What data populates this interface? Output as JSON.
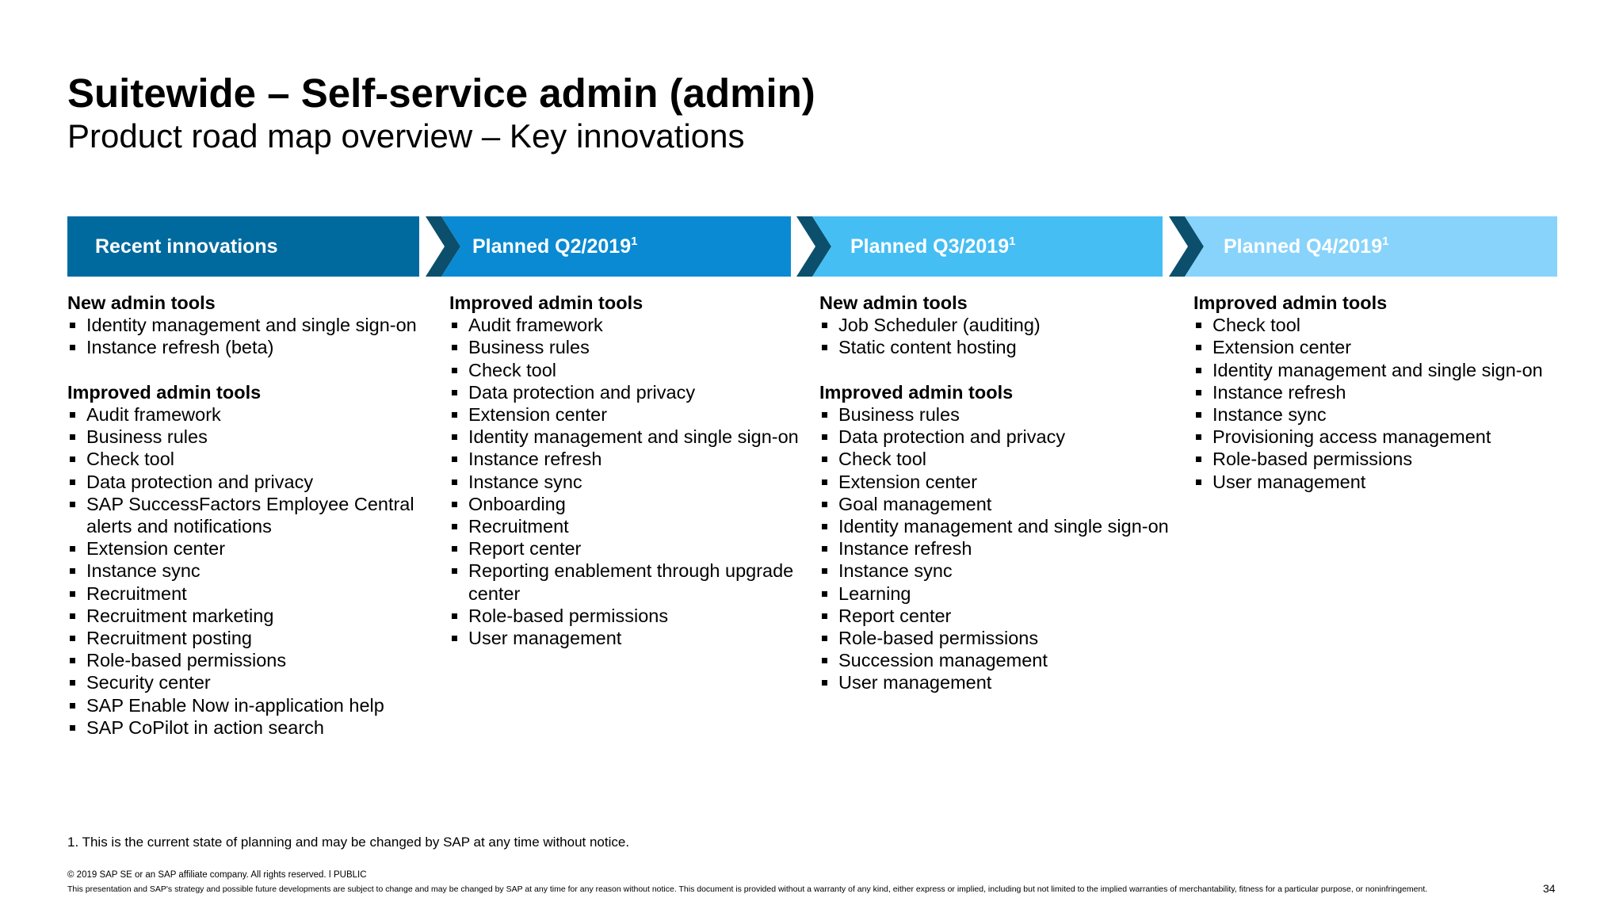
{
  "title": "Suitewide – Self-service admin (admin)",
  "subtitle": "Product road map overview – Key innovations",
  "phases": [
    {
      "label": "Recent innovations",
      "sup": "",
      "color": "#006a9e"
    },
    {
      "label": "Planned Q2/2019",
      "sup": "1",
      "color": "#0a8ad2"
    },
    {
      "label": "Planned Q3/2019",
      "sup": "1",
      "color": "#45bef4"
    },
    {
      "label": "Planned Q4/2019",
      "sup": "1",
      "color": "#87d3fb"
    }
  ],
  "arrow_color": "#0b4f6c",
  "columns": [
    {
      "groups": [
        {
          "title": "New admin tools",
          "items": [
            "Identity management and single sign-on",
            "Instance refresh (beta)"
          ]
        },
        {
          "title": "Improved admin tools",
          "items": [
            "Audit framework",
            "Business rules",
            "Check tool",
            "Data protection and privacy",
            "SAP SuccessFactors Employee Central alerts and notifications",
            "Extension center",
            "Instance sync",
            "Recruitment",
            "Recruitment marketing",
            "Recruitment posting",
            "Role-based permissions",
            "Security center",
            "SAP Enable Now in-application help",
            "SAP CoPilot in action search"
          ]
        }
      ]
    },
    {
      "groups": [
        {
          "title": "Improved admin tools",
          "items": [
            "Audit framework",
            "Business rules",
            "Check tool",
            "Data protection and privacy",
            "Extension center",
            "Identity management and single sign-on",
            "Instance refresh",
            "Instance sync",
            "Onboarding",
            "Recruitment",
            "Report center",
            "Reporting enablement through upgrade center",
            "Role-based permissions",
            "User management"
          ]
        }
      ]
    },
    {
      "groups": [
        {
          "title": "New admin tools",
          "items": [
            "Job Scheduler (auditing)",
            "Static content hosting"
          ]
        },
        {
          "title": "Improved admin tools",
          "items": [
            "Business rules",
            "Data protection and privacy",
            "Check tool",
            "Extension center",
            "Goal management",
            "Identity management and single sign-on",
            "Instance refresh",
            "Instance sync",
            "Learning",
            "Report center",
            "Role-based permissions",
            "Succession management",
            "User management"
          ]
        }
      ]
    },
    {
      "groups": [
        {
          "title": "Improved admin tools",
          "items": [
            "Check tool",
            "Extension center",
            "Identity management and single sign-on",
            "Instance refresh",
            "Instance sync",
            "Provisioning access management",
            "Role-based permissions",
            "User management"
          ]
        }
      ]
    }
  ],
  "footnote": "1. This is the current state of planning and may be changed by SAP at any time without notice.",
  "copyright": "© 2019 SAP SE or an SAP affiliate company. All rights reserved.  ǀ  PUBLIC",
  "disclaimer": "This presentation and SAP's strategy and possible future developments are subject to change and may be changed by SAP at any time for any reason without notice. This document is provided without a warranty of any kind, either express or implied, including but not limited to the implied warranties of merchantability, fitness for a particular purpose, or noninfringement.",
  "page_number": "34"
}
